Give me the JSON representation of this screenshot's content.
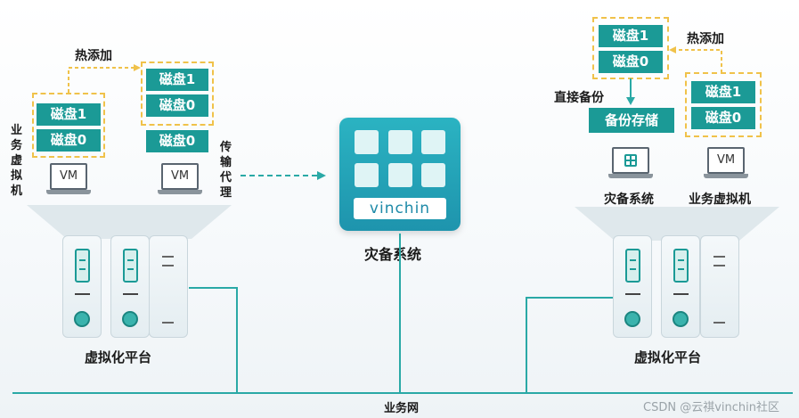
{
  "left": {
    "hot_add": "热添加",
    "vm_disks": [
      "磁盘1",
      "磁盘0"
    ],
    "proxy_disks": [
      "磁盘1",
      "磁盘0"
    ],
    "proxy_extra_disk": "磁盘0",
    "vm_label": "业务虚拟机",
    "proxy_label": "传输代理",
    "vm_screen": "VM",
    "proxy_screen": "VM",
    "platform_label": "虚拟化平台"
  },
  "center": {
    "logo": "vinchin",
    "label": "灾备系统"
  },
  "right": {
    "hot_add": "热添加",
    "dr_disks": [
      "磁盘1",
      "磁盘0"
    ],
    "vm_disks": [
      "磁盘1",
      "磁盘0"
    ],
    "direct_backup": "直接备份",
    "backup_storage": "备份存储",
    "dr_label": "灾备系统",
    "vm_label": "业务虚拟机",
    "vm_screen": "VM",
    "platform_label": "虚拟化平台"
  },
  "network_label": "业务网",
  "watermark": "CSDN @云祺vinchin社区",
  "colors": {
    "teal": "#1b9a96",
    "dashed": "#f0c24a",
    "line": "#2aa9a6"
  }
}
